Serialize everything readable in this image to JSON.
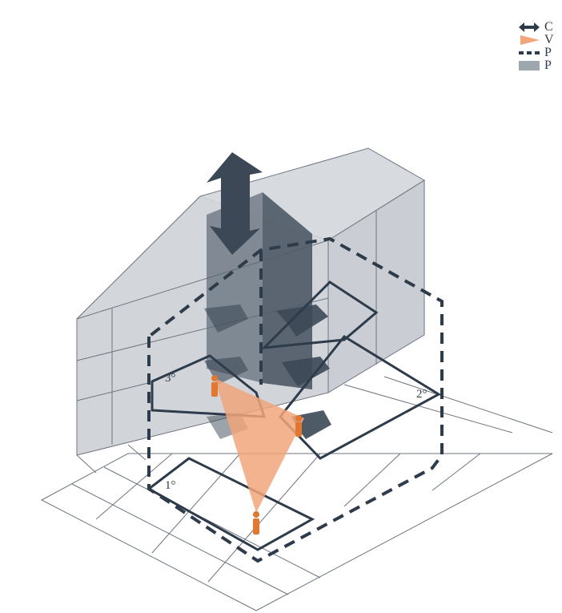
{
  "legend": {
    "items": [
      {
        "icon": "double-arrow-icon",
        "label": "C",
        "color": "#2e3b4a"
      },
      {
        "icon": "view-cone-icon",
        "label": "V",
        "color": "#f0a67a"
      },
      {
        "icon": "dashed-line-icon",
        "label": "P",
        "color": "#2e3b4a"
      },
      {
        "icon": "gray-swatch-icon",
        "label": "P",
        "color": "#9ea6ae"
      }
    ]
  },
  "floors": {
    "first": "1°",
    "second": "2°",
    "third": "3°"
  },
  "colors": {
    "dark": "#2e3b4a",
    "volume": "#c9ced4",
    "shaft": "#5c6875",
    "cone": "#f0a67a",
    "figure": "#e2772f",
    "grid": "#6e7680"
  }
}
